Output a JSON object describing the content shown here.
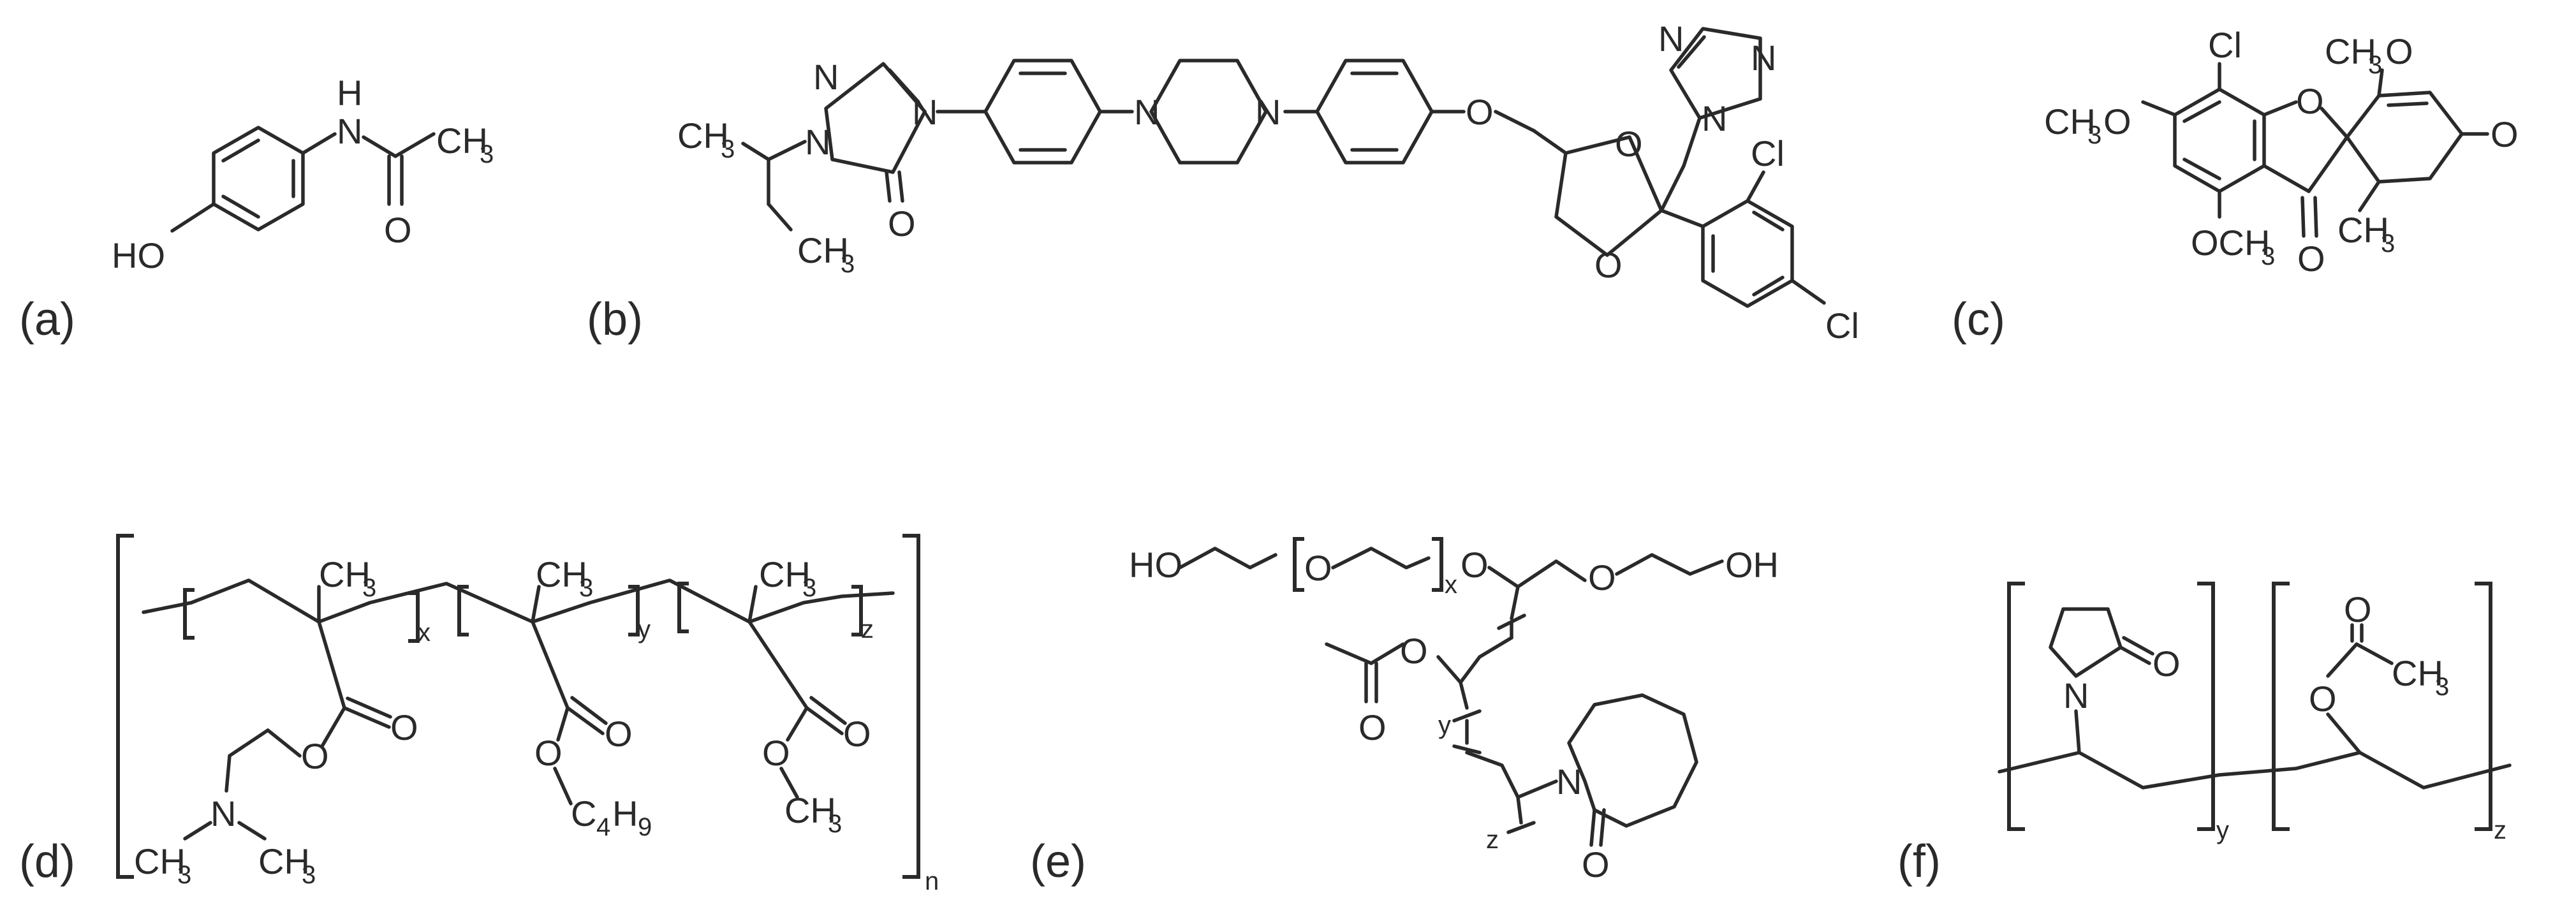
{
  "panels": {
    "a": {
      "label": "(a)",
      "ho": "HO",
      "n": "N",
      "h": "H",
      "o": "O",
      "ch3": "CH",
      "sub3": "3"
    },
    "b": {
      "label": "(b)",
      "ch3a": "CH",
      "ch3b": "CH",
      "sub3": "3",
      "n": "N",
      "o": "O",
      "cl": "Cl"
    },
    "c": {
      "label": "(c)",
      "ch3o": "CH",
      "och3": "OCH",
      "ome": "O",
      "cl": "Cl",
      "ch3": "CH",
      "sub3": "3",
      "o": "O"
    },
    "d": {
      "label": "(d)",
      "ch3": "CH",
      "sub3": "3",
      "x": "x",
      "y": "y",
      "z": "z",
      "n_rep": "n",
      "o": "O",
      "n": "N",
      "c4": "C",
      "sub4": "4",
      "h9": "H",
      "sub9": "9"
    },
    "e": {
      "label": "(e)",
      "ho": "HO",
      "oh": "OH",
      "o": "O",
      "n": "N",
      "x": "x",
      "y": "y",
      "z": "z"
    },
    "f": {
      "label": "(f)",
      "o": "O",
      "n": "N",
      "ch3": "CH",
      "sub3": "3",
      "y": "y",
      "z": "z"
    }
  }
}
